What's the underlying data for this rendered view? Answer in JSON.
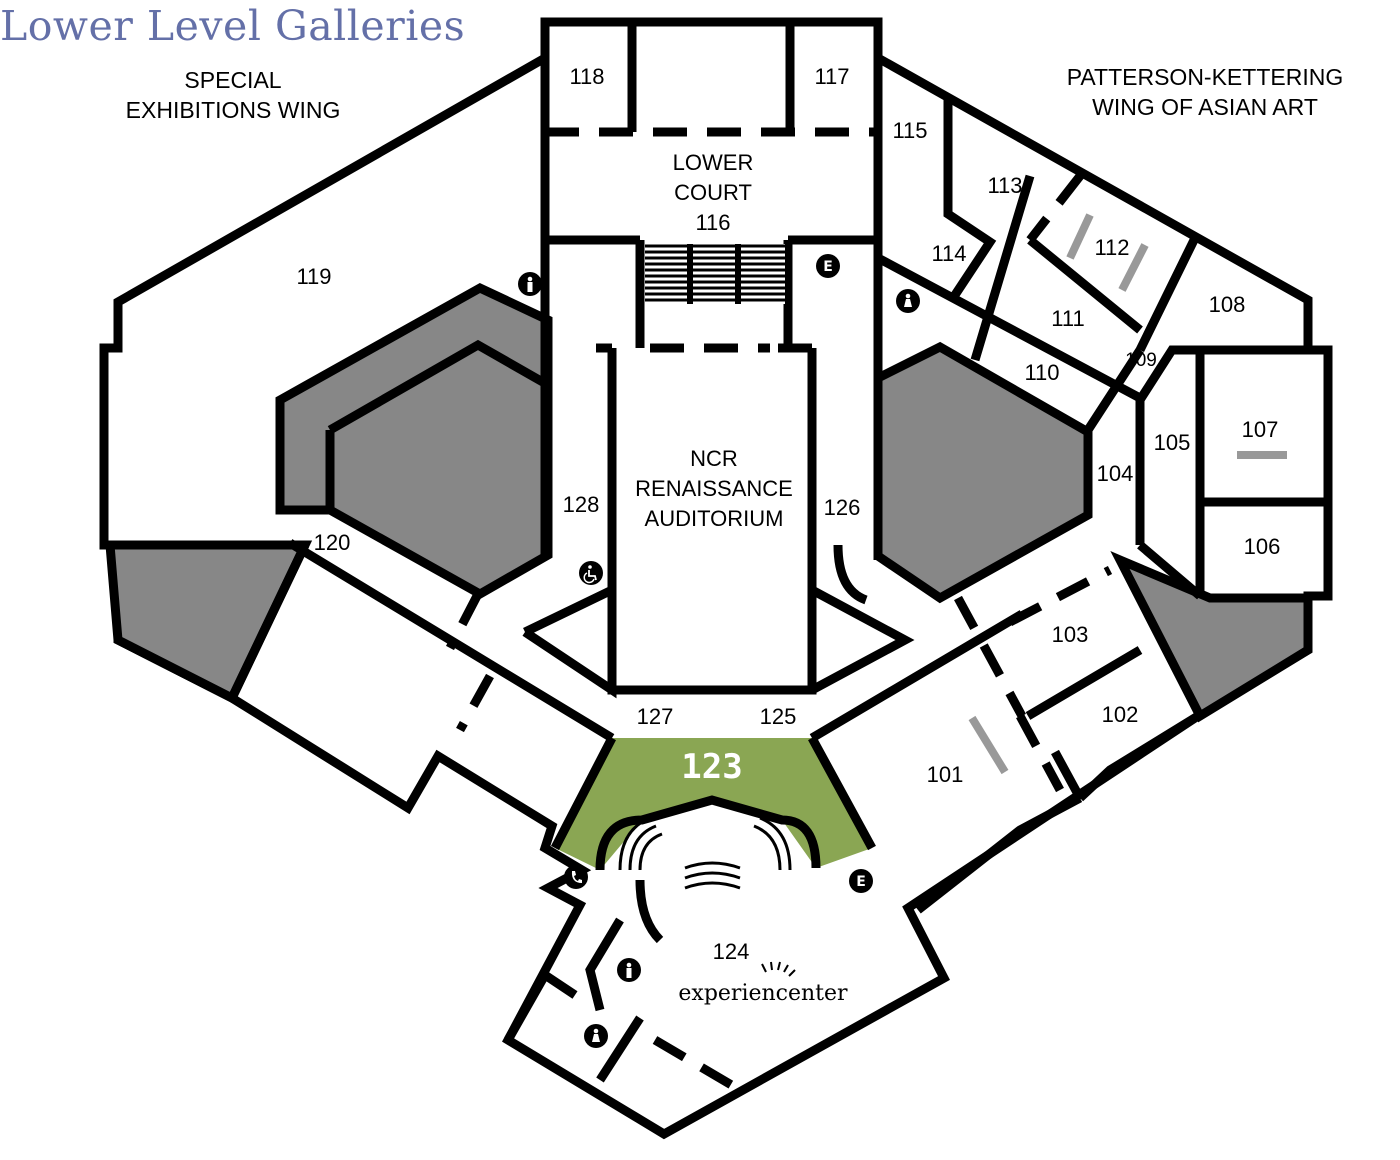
{
  "title": "Lower Level Galleries",
  "highlight_color": "#8aa653",
  "wings": {
    "special_exhibitions": [
      "SPECIAL",
      "EXHIBITIONS WING"
    ],
    "asian_art": [
      "PATTERSON-KETTERING",
      "WING OF ASIAN ART"
    ]
  },
  "lower_court": [
    "LOWER",
    "COURT",
    "116"
  ],
  "auditorium": [
    "NCR",
    "RENAISSANCE",
    "AUDITORIUM"
  ],
  "rooms": {
    "r101": "101",
    "r102": "102",
    "r103": "103",
    "r104": "104",
    "r105": "105",
    "r106": "106",
    "r107": "107",
    "r108": "108",
    "r109": "109",
    "r110": "110",
    "r111": "111",
    "r112": "112",
    "r113": "113",
    "r114": "114",
    "r115": "115",
    "r117": "117",
    "r118": "118",
    "r119": "119",
    "r120": "120",
    "r123": "123",
    "r124": "124",
    "r125": "125",
    "r126": "126",
    "r127": "127",
    "r128": "128"
  },
  "logo": "experiencenter",
  "icons": {
    "elevator": "E"
  }
}
